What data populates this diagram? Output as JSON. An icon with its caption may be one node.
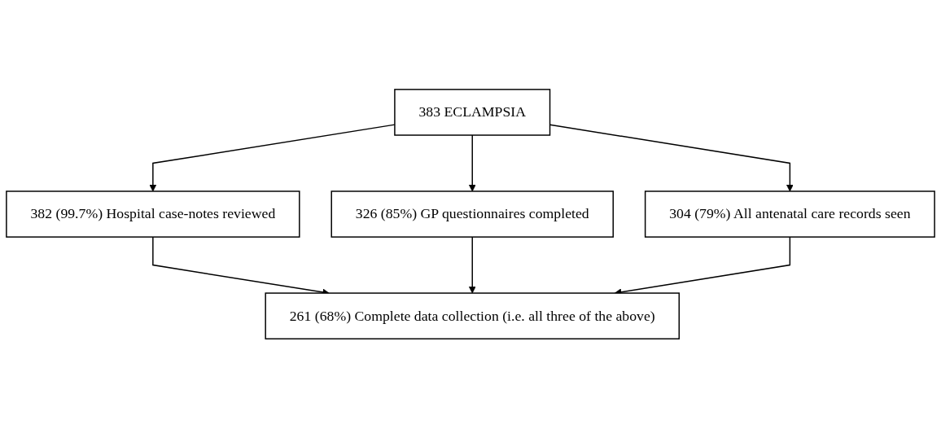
{
  "diagram": {
    "nodes": [
      {
        "text": [
          "383 ECLAMPSIA"
        ]
      },
      {
        "text": [
          "382 (99.7%) Hospital case-notes reviewed"
        ]
      },
      {
        "text": [
          "326 (85%) GP questionnaires completed"
        ]
      },
      {
        "text": [
          "304 (79%) All antenatal care records seen"
        ]
      },
      {
        "text": [
          "261 (68%) Complete data collection (i.e. all three of the above)"
        ]
      }
    ],
    "edges": [
      {
        "from": 0,
        "to": 1,
        "arrow": "to"
      },
      {
        "from": 0,
        "to": 2,
        "arrow": "to"
      },
      {
        "from": 0,
        "to": 3,
        "arrow": "to"
      },
      {
        "from": 1,
        "to": 4,
        "arrow": "to"
      },
      {
        "from": 2,
        "to": 4,
        "arrow": "to"
      },
      {
        "from": 3,
        "to": 4,
        "arrow": "to"
      }
    ]
  }
}
